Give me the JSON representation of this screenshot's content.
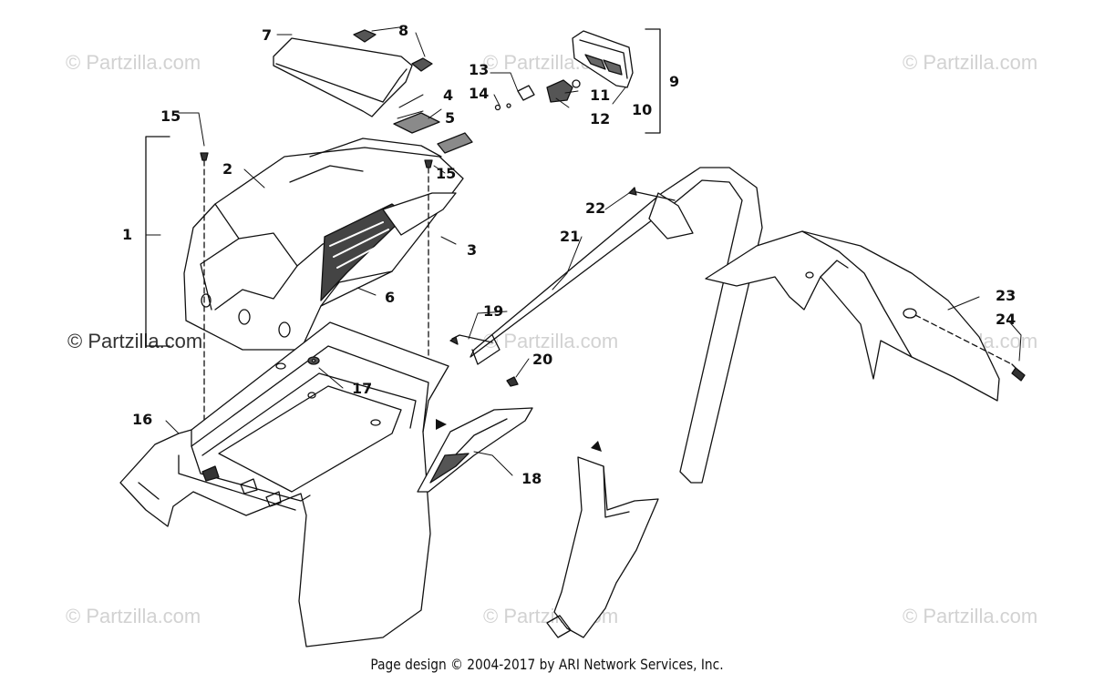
{
  "watermarks": {
    "text": "© Partzilla.com"
  },
  "callouts": [
    "1",
    "2",
    "3",
    "4",
    "5",
    "6",
    "7",
    "8",
    "9",
    "10",
    "11",
    "12",
    "13",
    "14",
    "15",
    "15",
    "16",
    "17",
    "18",
    "19",
    "20",
    "21",
    "22",
    "23",
    "24"
  ],
  "footer": {
    "text": "Page design © 2004-2017 by ARI Network Services, Inc."
  },
  "colors": {
    "line": "#111111",
    "watermark": "#d2d2d2",
    "background": "#ffffff"
  }
}
